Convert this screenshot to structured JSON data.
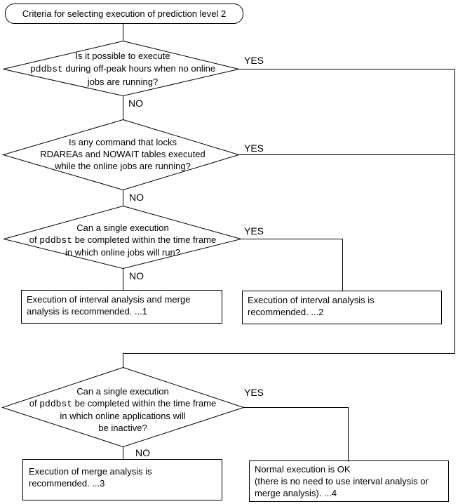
{
  "diagram": {
    "title": "Criteria for selecting execution of prediction level 2",
    "yes_label": "YES",
    "no_label": "NO",
    "line_color": "#000000",
    "text_color": "#000000",
    "background_color": "#ffffff",
    "decision1": {
      "line1": "Is it possible to execute",
      "line2_code": "pddbst",
      "line2_rest": " during off-peak hours when no online",
      "line3": "jobs are running?"
    },
    "decision2": {
      "line1": "Is any command that locks",
      "line2": "RDAREAs and NOWAIT tables executed",
      "line3": "while the online jobs are running?"
    },
    "decision3": {
      "line1": "Can a single execution",
      "line2_pre": "of ",
      "line2_code": "pddbst",
      "line2_rest": " be completed within the time frame",
      "line3": "in which online jobs will run?"
    },
    "decision4": {
      "line1": "Can a single execution",
      "line2_pre": "of ",
      "line2_code": "pddbst",
      "line2_rest": " be completed within the time frame",
      "line3": "in which online applications will",
      "line4": "be inactive?"
    },
    "result1": {
      "line1": "Execution of interval analysis and merge",
      "line2": "analysis is recommended. ...1"
    },
    "result2": {
      "line1": "Execution of interval analysis is",
      "line2": "recommended. ...2"
    },
    "result3": {
      "line1": "Execution of merge analysis is",
      "line2": "recommended. ...3"
    },
    "result4": {
      "line1": "Normal execution is OK",
      "line2": "(there is no need to use interval analysis or",
      "line3": "merge analysis). ...4"
    }
  }
}
